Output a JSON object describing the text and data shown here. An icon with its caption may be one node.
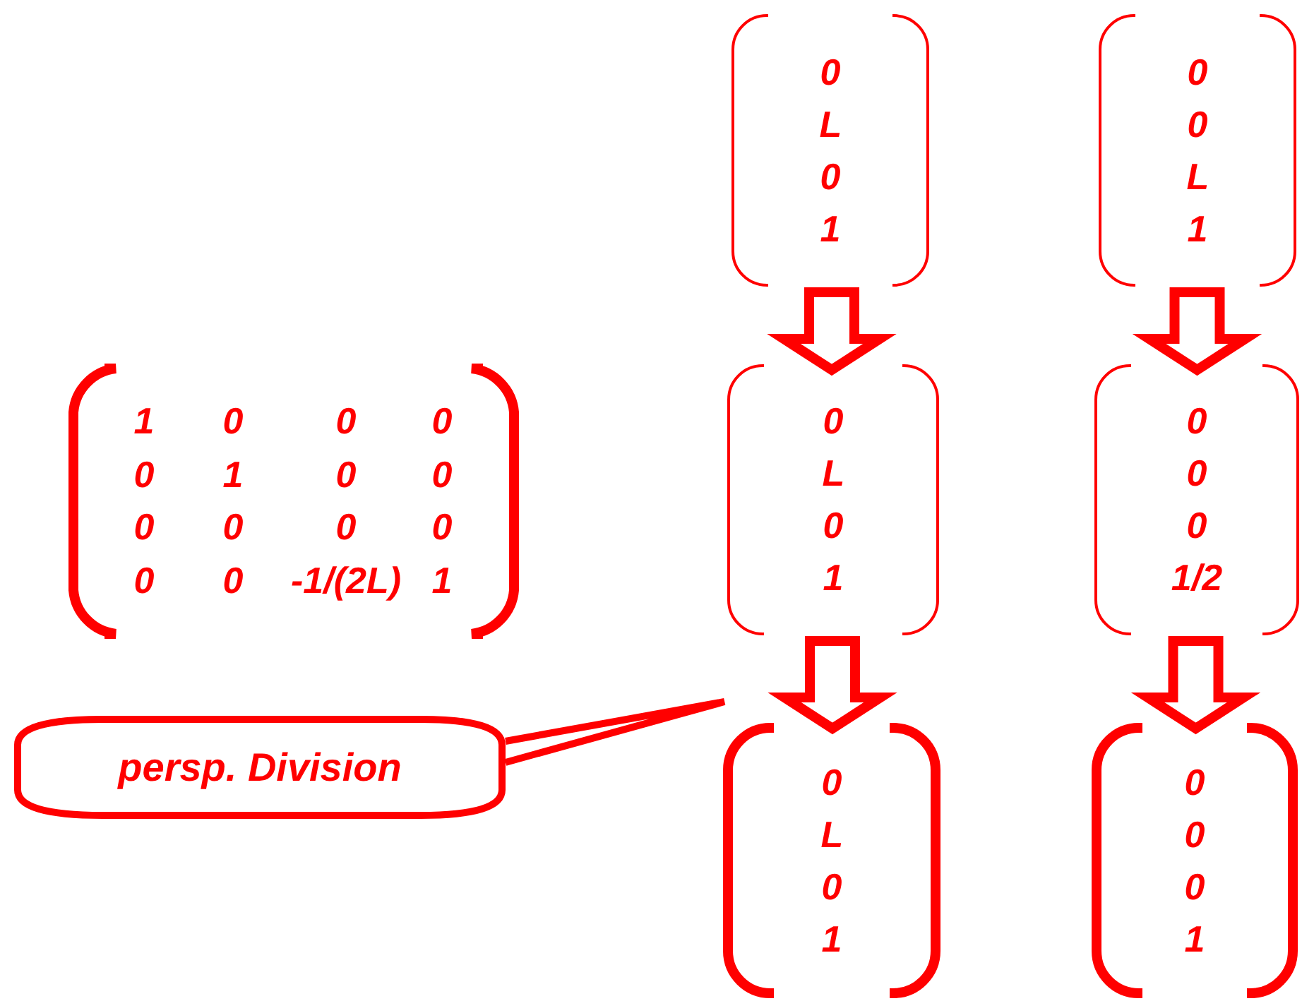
{
  "diagram": {
    "nodes": [
      {
        "text": [
          "0 L 0 1"
        ]
      },
      {
        "text": [
          "0 0 L 1"
        ]
      },
      {
        "text": [
          "0 L 0 1"
        ]
      },
      {
        "text": [
          "0 0 0 1/2"
        ]
      },
      {
        "text": [
          "persp. Division"
        ]
      },
      {
        "text": [
          "0 L 0 1"
        ]
      },
      {
        "text": [
          "0 0 0 1"
        ]
      }
    ],
    "edges": [
      {
        "from": 0,
        "to": 2,
        "arrow": "to"
      },
      {
        "from": 1,
        "to": 3,
        "arrow": "to"
      },
      {
        "from": 2,
        "to": 5,
        "arrow": "to"
      },
      {
        "from": 3,
        "to": 6,
        "arrow": "to"
      },
      {
        "from": 4,
        "to": null,
        "arrow": "none"
      }
    ],
    "labels": [
      "1",
      "0",
      "0",
      "0",
      "0",
      "1",
      "0",
      "0",
      "0",
      "0",
      "0",
      "0",
      "0",
      "0",
      "-1/(2L)",
      "1"
    ]
  }
}
